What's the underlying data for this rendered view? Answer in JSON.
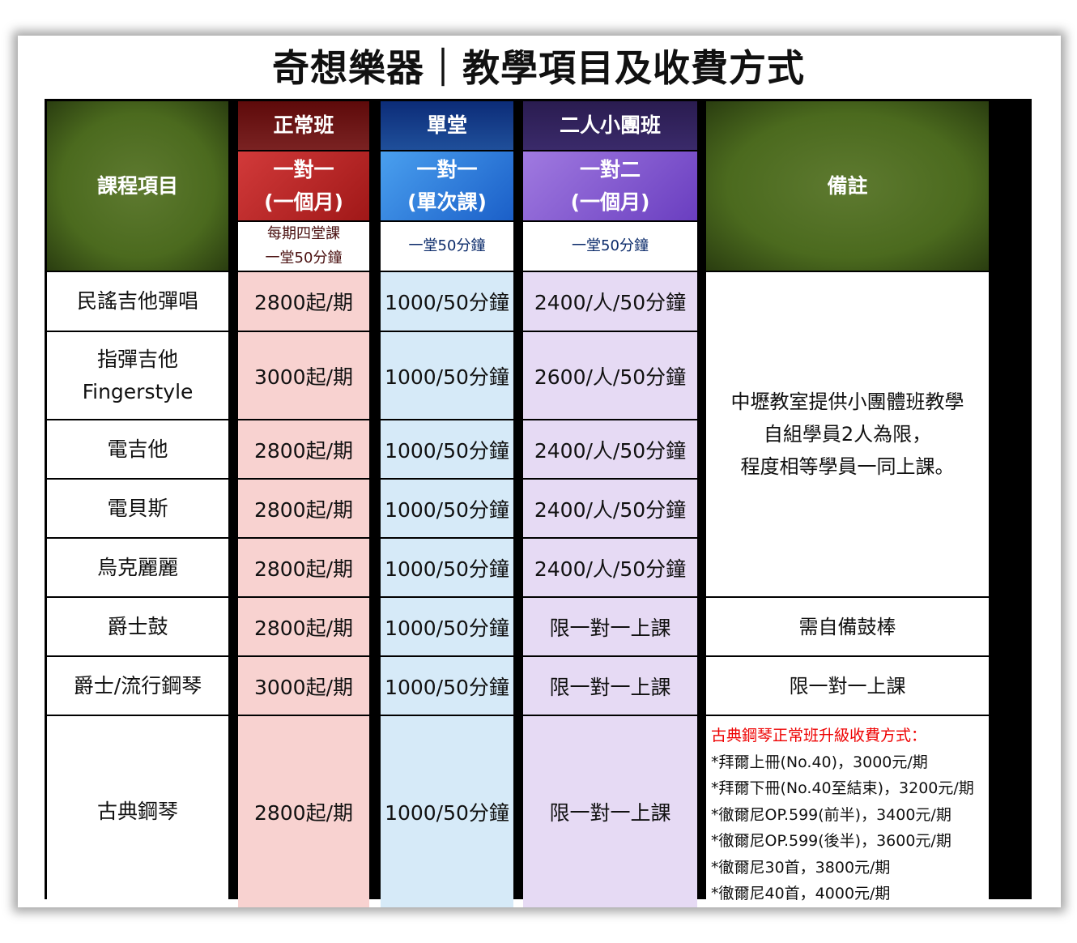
{
  "title": "奇想樂器｜教學項目及收費方式",
  "header": {
    "course": "課程項目",
    "note": "備註",
    "columns": [
      {
        "group": "正常班",
        "type": "一對一",
        "period": "(一個月)",
        "detail": [
          "每期四堂課",
          "一堂50分鐘"
        ]
      },
      {
        "group": "單堂",
        "type": "一對一",
        "period": "(單次課)",
        "detail": [
          "一堂50分鐘"
        ]
      },
      {
        "group": "二人小團班",
        "type": "一對二",
        "period": "(一個月)",
        "detail": [
          "一堂50分鐘"
        ]
      }
    ]
  },
  "rows": [
    {
      "name": [
        "民謠吉他彈唱"
      ],
      "regular": "2800起/期",
      "single": "1000/50分鐘",
      "duo": "2400/人/50分鐘"
    },
    {
      "name": [
        "指彈吉他",
        "Fingerstyle"
      ],
      "regular": "3000起/期",
      "single": "1000/50分鐘",
      "duo": "2600/人/50分鐘"
    },
    {
      "name": [
        "電吉他"
      ],
      "regular": "2800起/期",
      "single": "1000/50分鐘",
      "duo": "2400/人/50分鐘"
    },
    {
      "name": [
        "電貝斯"
      ],
      "regular": "2800起/期",
      "single": "1000/50分鐘",
      "duo": "2400/人/50分鐘"
    },
    {
      "name": [
        "烏克麗麗"
      ],
      "regular": "2800起/期",
      "single": "1000/50分鐘",
      "duo": "2400/人/50分鐘"
    },
    {
      "name": [
        "爵士鼓"
      ],
      "regular": "2800起/期",
      "single": "1000/50分鐘",
      "duo": "限一對一上課"
    },
    {
      "name": [
        "爵士/流行鋼琴"
      ],
      "regular": "3000起/期",
      "single": "1000/50分鐘",
      "duo": "限一對一上課"
    },
    {
      "name": [
        "古典鋼琴"
      ],
      "regular": "2800起/期",
      "single": "1000/50分鐘",
      "duo": "限一對一上課"
    }
  ],
  "notes": {
    "group_note": [
      "中壢教室提供小團體班教學",
      "自組學員2人為限，",
      "程度相等學員一同上課。"
    ],
    "drum_note": "需自備鼓棒",
    "piano_note": "限一對一上課",
    "classical_title": "古典鋼琴正常班升級收費方式：",
    "classical_items": [
      "*拜爾上冊(No.40)，3000元/期",
      "*拜爾下冊(No.40至結束)，3200元/期",
      "*徹爾尼OP.599(前半)，3400元/期",
      "*徹爾尼OP.599(後半)，3600元/期",
      "*徹爾尼30首，3800元/期",
      "*徹爾尼40首，4000元/期"
    ]
  },
  "colors": {
    "course_header": "#4b6a1e",
    "regular": "#a01818",
    "single": "#1b5fc8",
    "duo": "#6a3ec0",
    "highlight_text": "#ee0000"
  }
}
